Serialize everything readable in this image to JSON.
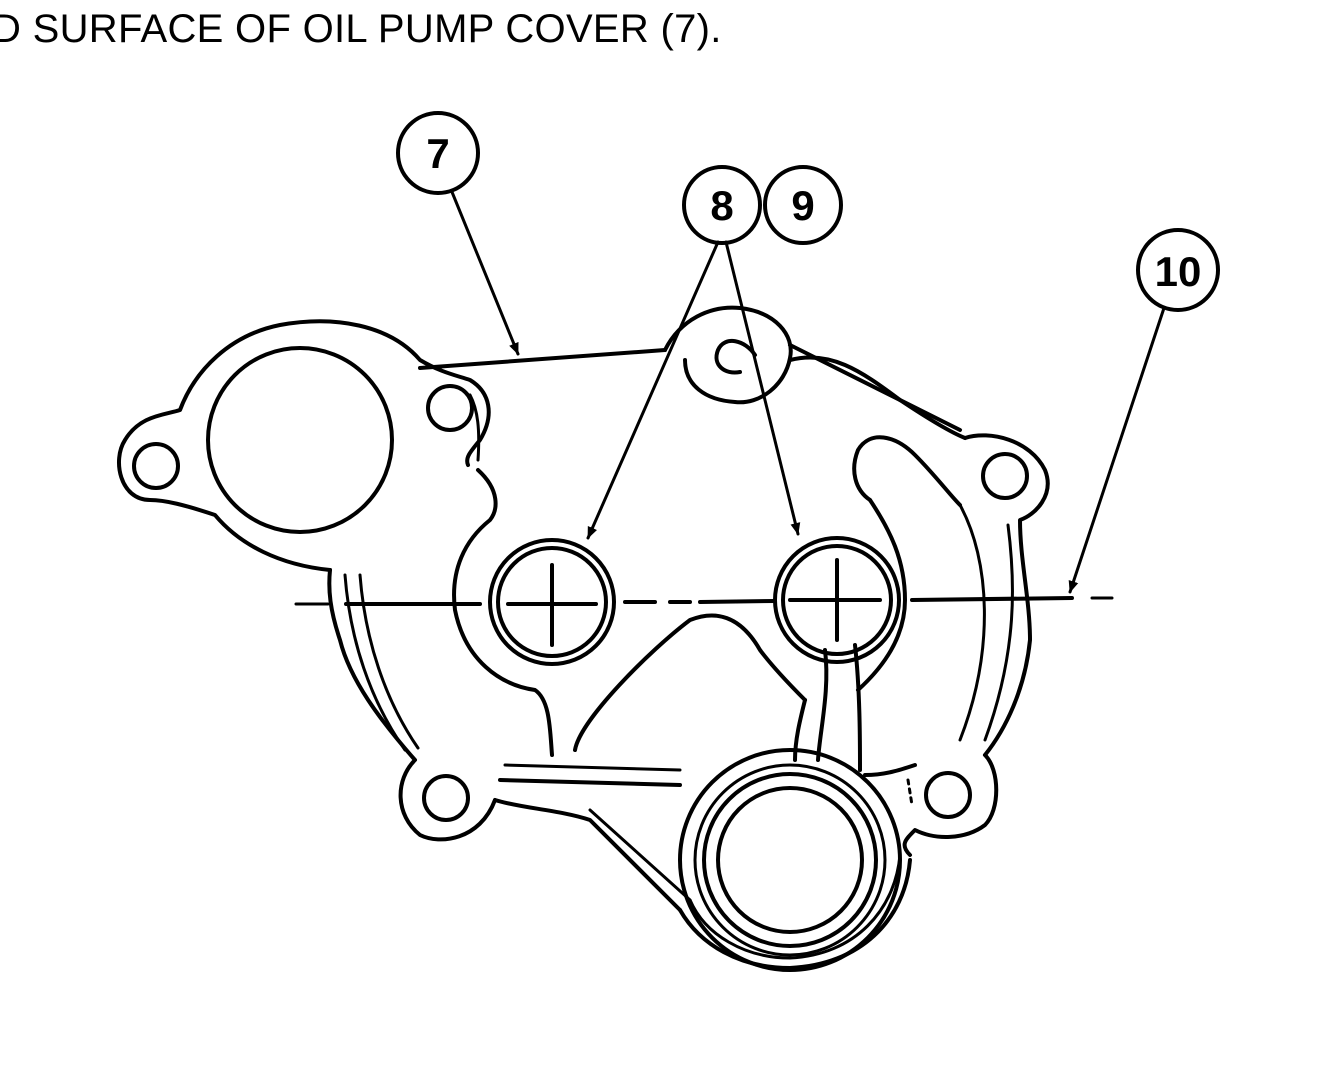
{
  "caption": {
    "line": "D SURFACE OF OIL PUMP COVER (7)."
  },
  "callouts": {
    "cover": "7",
    "bushing_a": "8",
    "bushing_b": "9",
    "flush_line": "10"
  },
  "colors": {
    "ink": "#000000",
    "paper": "#ffffff"
  }
}
